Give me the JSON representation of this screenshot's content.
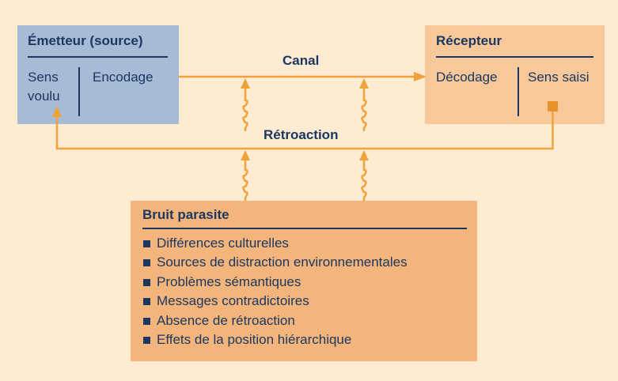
{
  "sender": {
    "title": "Émetteur (source)",
    "intended_meaning": "Sens voulu",
    "encoding": "Encodage"
  },
  "receiver": {
    "title": "Récepteur",
    "decoding": "Décodage",
    "perceived_meaning": "Sens saisi"
  },
  "channel_label": "Canal",
  "feedback_label": "Rétroaction",
  "noise": {
    "title": "Bruit parasite",
    "items": [
      "Différences culturelles",
      "Sources de distraction environnementales",
      "Problèmes sémantiques",
      "Messages contradictoires",
      "Absence de rétroaction",
      "Effets de la position hiérarchique"
    ]
  },
  "colors": {
    "background": "#fdebd2",
    "sender_fill": "#a7bbd7",
    "receiver_fill": "#f7c89a",
    "noise_fill": "#f3b57c",
    "arrow": "#f0a23c",
    "text": "#1c3760"
  }
}
